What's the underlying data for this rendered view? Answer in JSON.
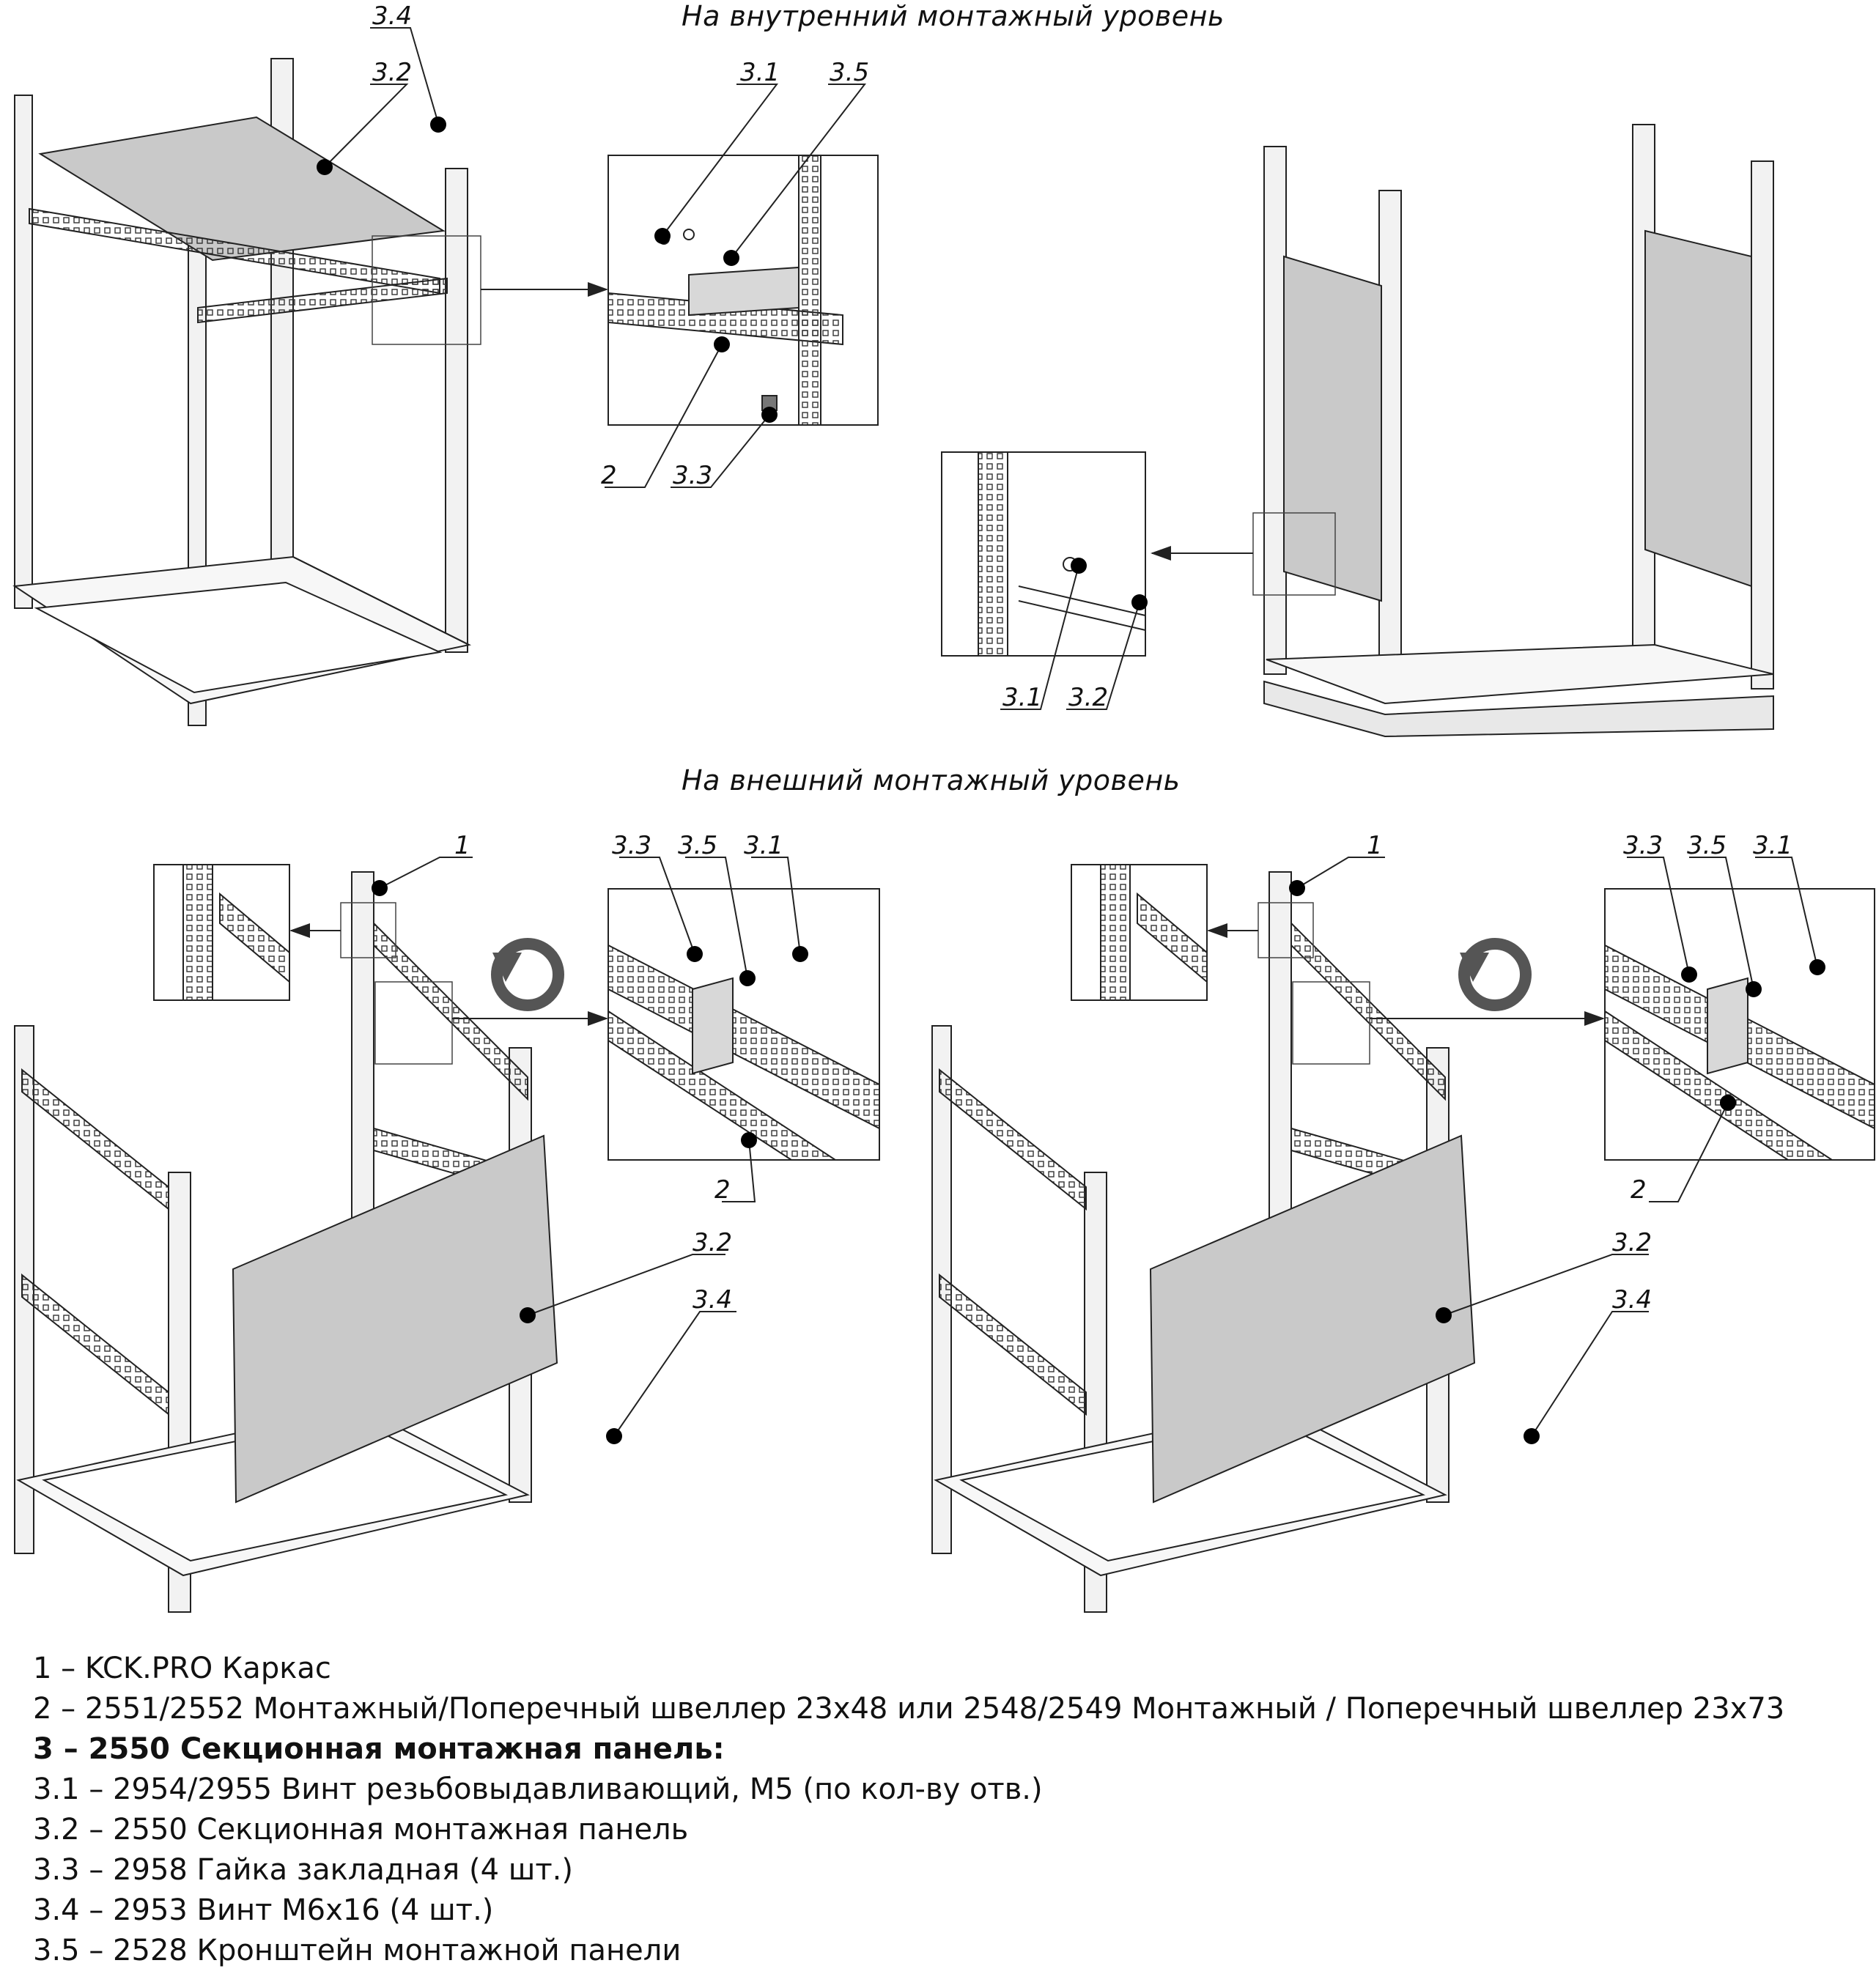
{
  "headings": {
    "inner_level": "На внутренний монтажный уровень",
    "outer_level": "На внешний монтажный уровень"
  },
  "callouts": {
    "c1": "1",
    "c2": "2",
    "c31": "3.1",
    "c32": "3.2",
    "c33": "3.3",
    "c34": "3.4",
    "c35": "3.5"
  },
  "legend": {
    "line1": "1 – KCK.PRO Каркас",
    "line2": "2 – 2551/2552 Монтажный/Поперечный швеллер 23х48 или 2548/2549 Монтажный / Поперечный швеллер 23х73",
    "line3": "3 – 2550 Секционная монтажная панель:",
    "line4": "3.1 – 2954/2955 Винт резьбовыдавливающий, М5 (по кол-ву отв.)",
    "line5": "3.2 – 2550 Секционная монтажная панель",
    "line6": "3.3 – 2958 Гайка закладная (4 шт.)",
    "line7": "3.4 – 2953 Винт М6х16 (4 шт.)",
    "line8": "3.5 – 2528 Кронштейн монтажной панели"
  },
  "colors": {
    "line": "#222222",
    "panel": "#c9c9c9",
    "frame": "#eeeeee",
    "dot": "#000000"
  }
}
